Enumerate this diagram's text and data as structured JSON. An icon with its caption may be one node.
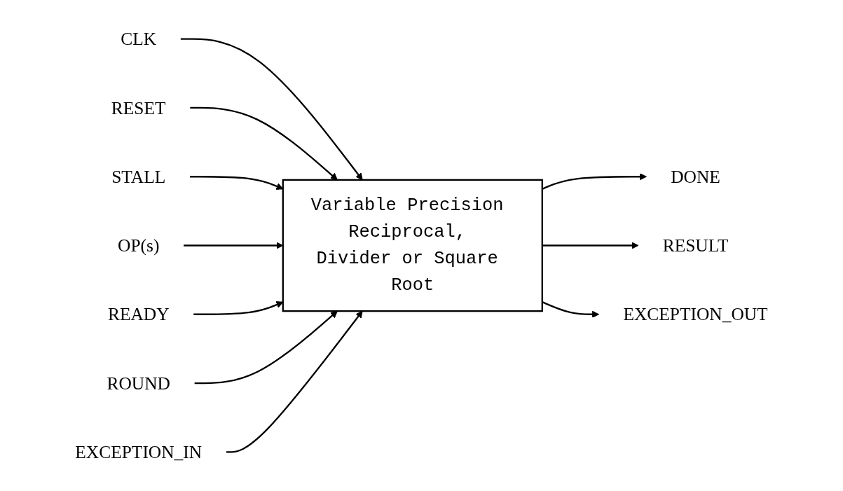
{
  "diagram": {
    "nodes": [
      {
        "text": [
          "CLK"
        ]
      },
      {
        "text": [
          "RESET"
        ]
      },
      {
        "text": [
          "STALL"
        ]
      },
      {
        "text": [
          "OP(s)"
        ]
      },
      {
        "text": [
          "READY"
        ]
      },
      {
        "text": [
          "ROUND"
        ]
      },
      {
        "text": [
          "EXCEPTION_IN"
        ]
      },
      {
        "text": [
          "Variable Precision Reciprocal, Divider or Square Root"
        ]
      },
      {
        "text": [
          "DONE"
        ]
      },
      {
        "text": [
          "RESULT"
        ]
      },
      {
        "text": [
          "EXCEPTION_OUT"
        ]
      }
    ],
    "edges": [
      {
        "from": 0,
        "to": 7,
        "arrow": "to"
      },
      {
        "from": 1,
        "to": 7,
        "arrow": "to"
      },
      {
        "from": 2,
        "to": 7,
        "arrow": "to"
      },
      {
        "from": 3,
        "to": 7,
        "arrow": "to"
      },
      {
        "from": 4,
        "to": 7,
        "arrow": "to"
      },
      {
        "from": 5,
        "to": 7,
        "arrow": "to"
      },
      {
        "from": 6,
        "to": 7,
        "arrow": "to"
      },
      {
        "from": 7,
        "to": 8,
        "arrow": "to"
      },
      {
        "from": 7,
        "to": 9,
        "arrow": "to"
      },
      {
        "from": 7,
        "to": 10,
        "arrow": "to"
      }
    ]
  }
}
